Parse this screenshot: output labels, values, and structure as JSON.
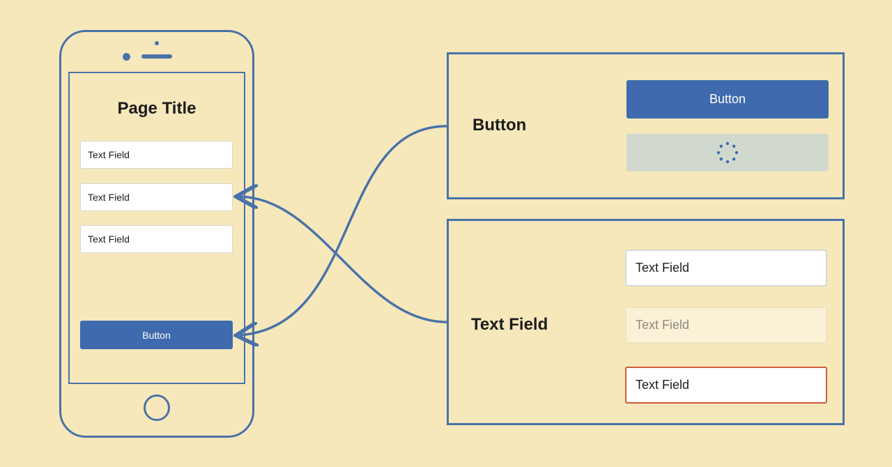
{
  "phone": {
    "page_title": "Page Title",
    "fields": [
      "Text Field",
      "Text Field",
      "Text Field"
    ],
    "button_label": "Button"
  },
  "button_panel": {
    "label": "Button",
    "states": {
      "default_label": "Button",
      "loading_icon": "spinner-icon"
    }
  },
  "text_field_panel": {
    "label": "Text Field",
    "states": {
      "normal": "Text Field",
      "disabled": "Text Field",
      "error": "Text Field"
    }
  },
  "colors": {
    "background": "#f6e8bb",
    "outline": "#4a72a8",
    "button": "#3f6bae",
    "loading_button": "#d1d9cf",
    "error_border": "#cf5b3c"
  }
}
